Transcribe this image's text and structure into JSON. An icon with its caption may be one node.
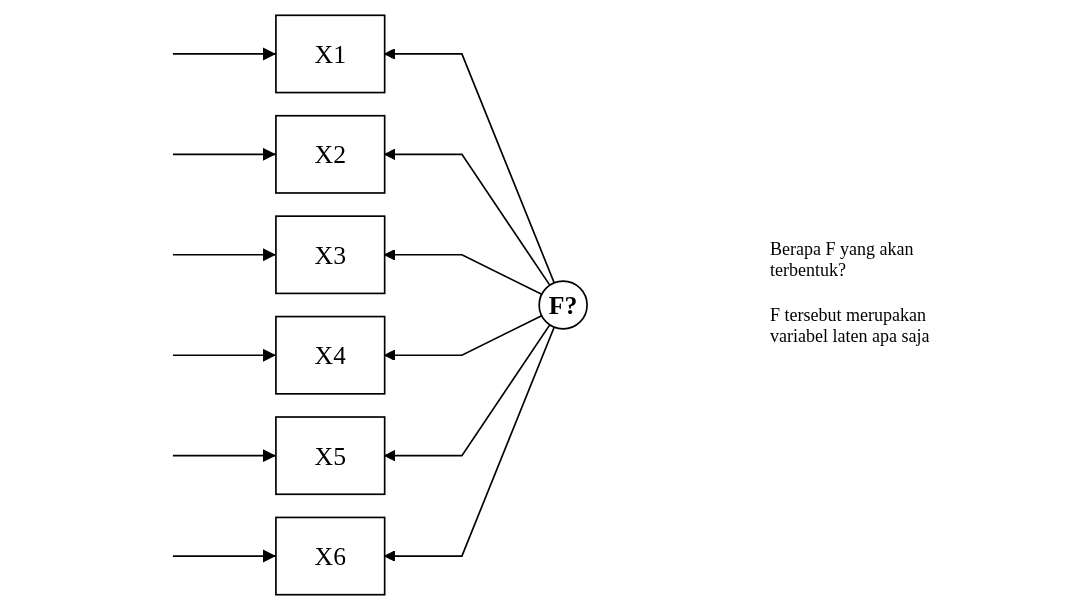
{
  "diagram": {
    "nodes": [
      {
        "text": [
          "X1"
        ]
      },
      {
        "text": [
          "X2"
        ]
      },
      {
        "text": [
          "X3"
        ]
      },
      {
        "text": [
          "X4"
        ]
      },
      {
        "text": [
          "X5"
        ]
      },
      {
        "text": [
          "X6"
        ]
      },
      {
        "text": [
          "F?"
        ]
      }
    ],
    "edges": [
      {
        "from": null,
        "to": 0,
        "arrow": "to"
      },
      {
        "from": null,
        "to": 1,
        "arrow": "to"
      },
      {
        "from": null,
        "to": 2,
        "arrow": "to"
      },
      {
        "from": null,
        "to": 3,
        "arrow": "to"
      },
      {
        "from": null,
        "to": 4,
        "arrow": "to"
      },
      {
        "from": null,
        "to": 5,
        "arrow": "to"
      },
      {
        "from": 6,
        "to": 0,
        "arrow": "to"
      },
      {
        "from": 6,
        "to": 1,
        "arrow": "to"
      },
      {
        "from": 6,
        "to": 2,
        "arrow": "to"
      },
      {
        "from": 6,
        "to": 3,
        "arrow": "to"
      },
      {
        "from": 6,
        "to": 4,
        "arrow": "to"
      },
      {
        "from": 6,
        "to": 5,
        "arrow": "to"
      }
    ],
    "labels": [
      "Berapa F yang akan terbentuk?",
      "F tersebut merupakan variabel laten apa saja"
    ]
  }
}
